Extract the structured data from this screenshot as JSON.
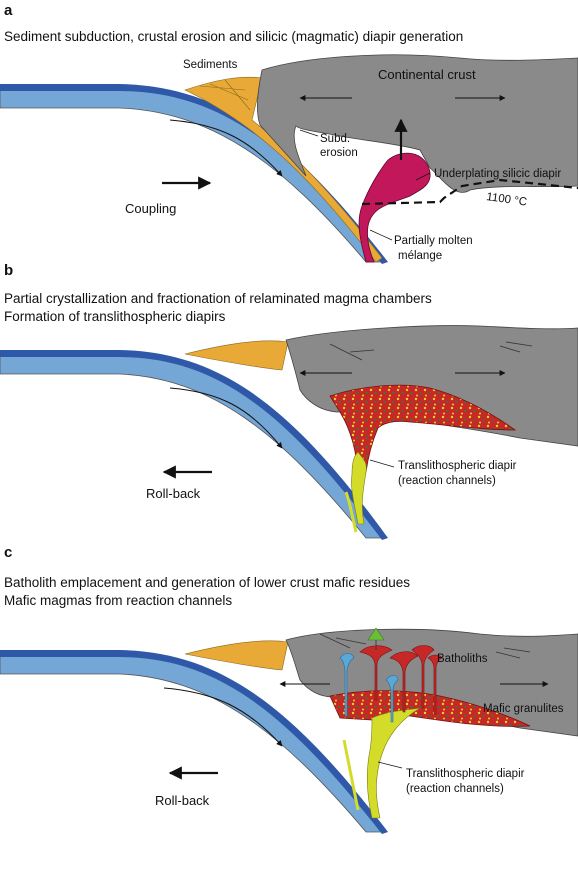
{
  "panel_a": {
    "letter": "a",
    "title": "Sediment subduction, crustal erosion and silicic (magmatic) diapir generation",
    "labels": {
      "sediments": "Sediments",
      "continental_crust": "Continental crust",
      "subd_erosion_1": "Subd.",
      "subd_erosion_2": "erosion",
      "underplating": "Underplating silicic diapir",
      "temperature": "1100 °C",
      "coupling": "Coupling",
      "melange_1": "Partially molten",
      "melange_2": "mélange"
    }
  },
  "panel_b": {
    "letter": "b",
    "title_line1": "Partial crystallization and fractionation of relaminated magma chambers",
    "title_line2": "Formation of translithospheric diapirs",
    "labels": {
      "diapir_1": "Translithospheric diapir",
      "diapir_2": "(reaction channels)",
      "rollback": "Roll-back"
    }
  },
  "panel_c": {
    "letter": "c",
    "title_line1": "Batholith emplacement and generation of lower crust mafic residues",
    "title_line2": "Mafic magmas from reaction channels",
    "labels": {
      "batholiths": "Batholiths",
      "mafic_granulites": "Mafic granulites",
      "diapir_1": "Translithospheric diapir",
      "diapir_2": "(reaction channels)",
      "rollback": "Roll-back"
    }
  },
  "colors": {
    "slab_light": "#74a6d6",
    "slab_dark": "#2f59a8",
    "sediment": "#e8a936",
    "crust": "#8a8a8a",
    "silicic_diapir": "#c2185b",
    "magma_chamber": "#c62828",
    "reaction_channel": "#d4dc2a",
    "mafic_dike": "#5aa8d8",
    "volcano": "#6abf3a"
  }
}
